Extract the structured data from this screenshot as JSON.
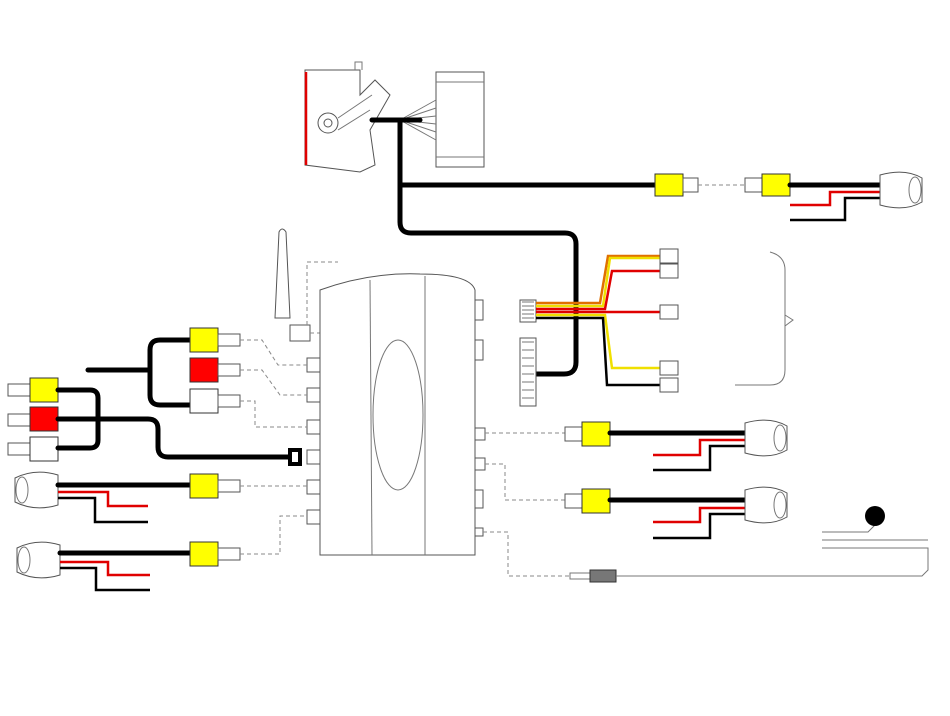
{
  "diagram": {
    "components": {
      "head_unit_harness": "head-unit-connector",
      "control_module": "interface-module",
      "antenna": "antenna",
      "rca_inputs": [
        "yellow",
        "red",
        "white"
      ],
      "rca_outputs": [
        "yellow",
        "red",
        "white"
      ],
      "cameras": 5,
      "push_button": "button",
      "audio_jack": "3.5mm-jack",
      "power_harness_wires": [
        "orange",
        "red",
        "red",
        "yellow",
        "black"
      ]
    },
    "colors": {
      "video": "#ffff00",
      "audio_right": "#ff0000",
      "audio_left": "#ffffff",
      "wire_main": "#000000",
      "wire_power": "#e00000",
      "wire_acc": "#e07000",
      "wire_ill": "#f0e000"
    }
  }
}
